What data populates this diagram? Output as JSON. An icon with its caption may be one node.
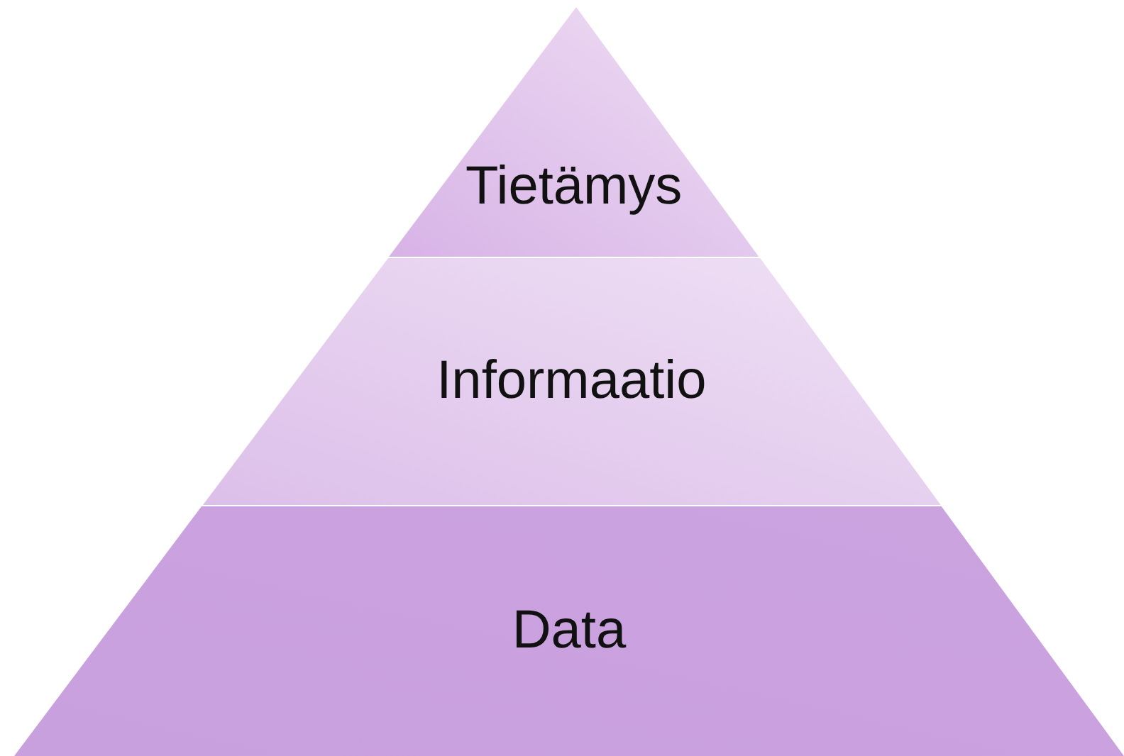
{
  "diagram": {
    "nodes": [
      {
        "text": [
          "Tietämys"
        ]
      },
      {
        "text": [
          "Informaatio"
        ]
      },
      {
        "text": [
          "Data"
        ]
      }
    ]
  }
}
